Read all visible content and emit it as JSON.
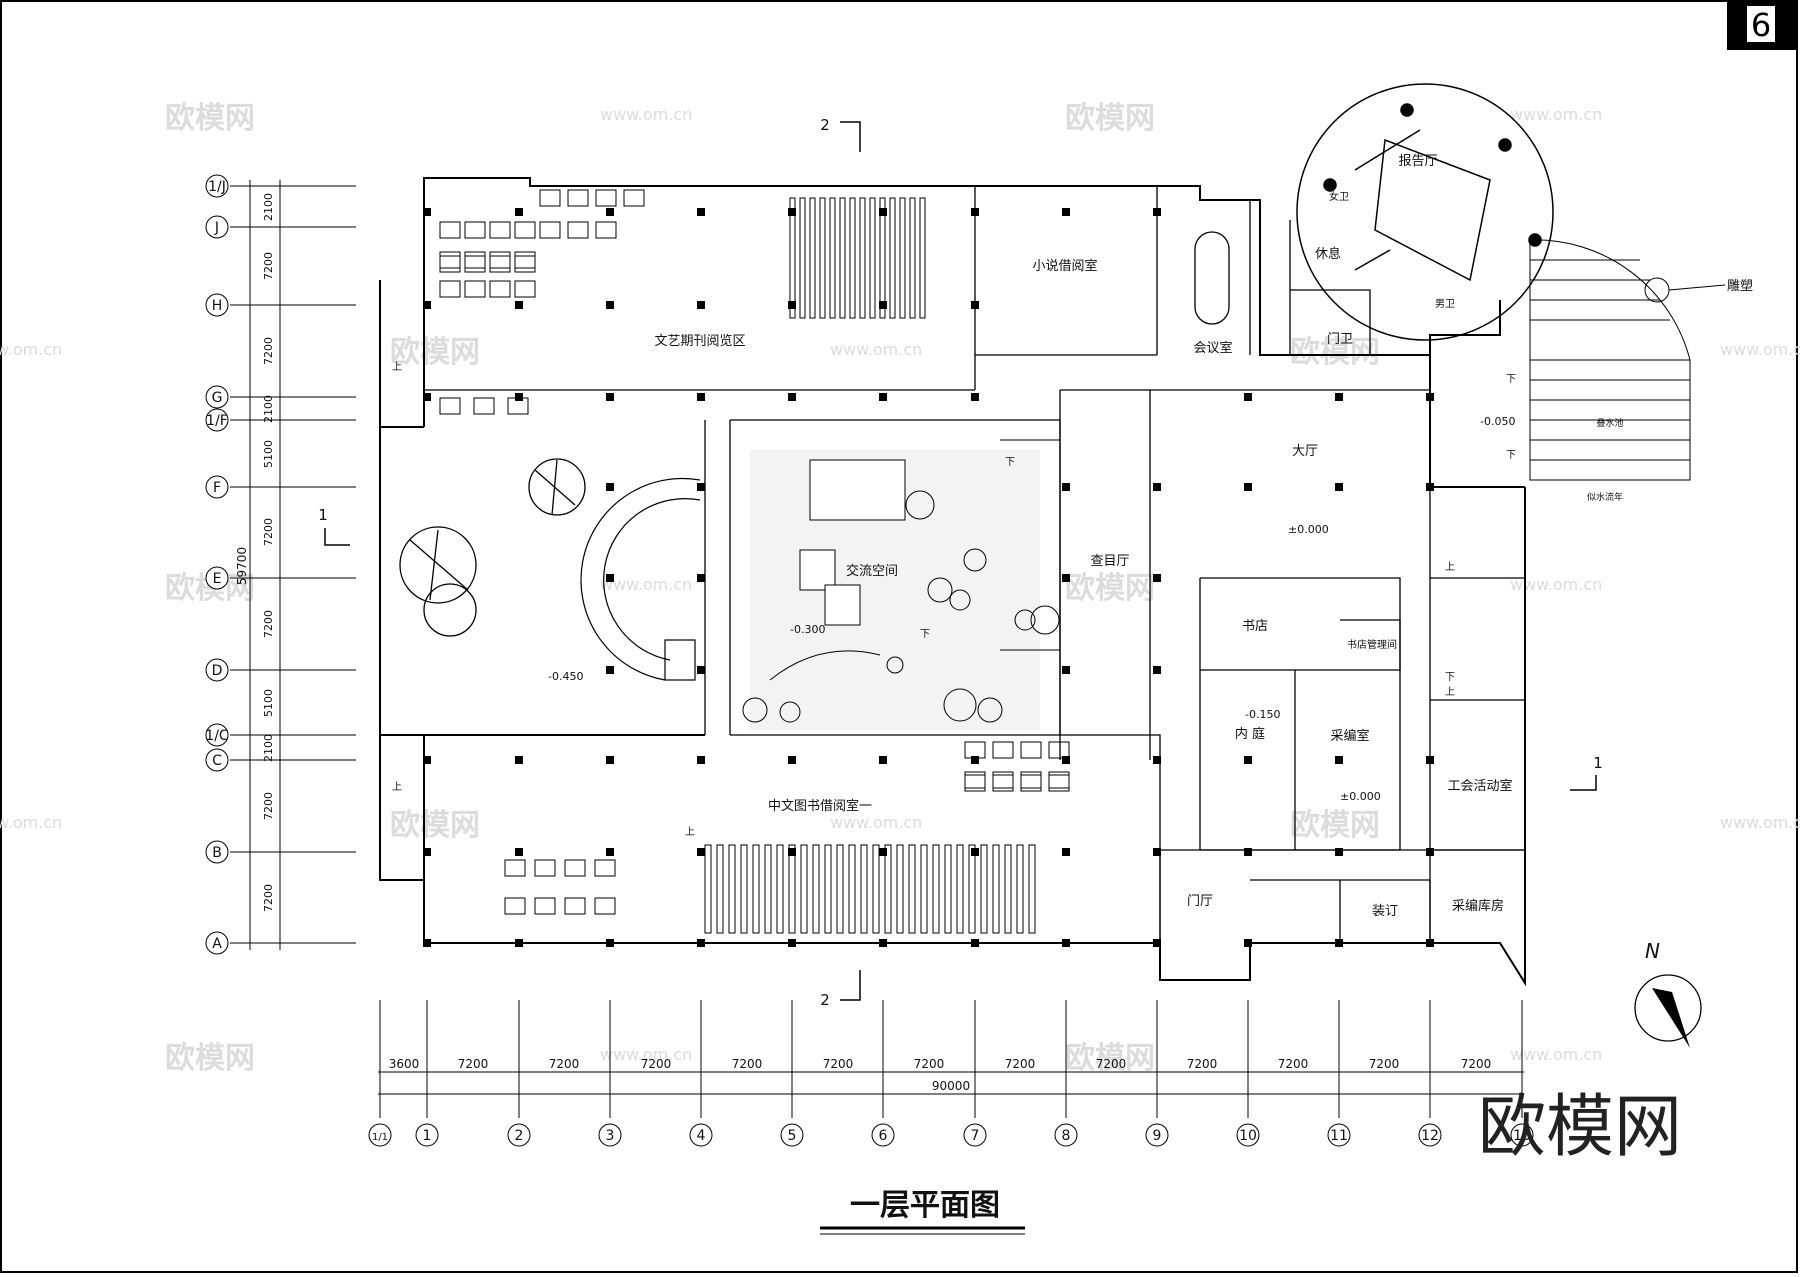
{
  "sheet": {
    "number": "6"
  },
  "title": "一层平面图",
  "north": "N",
  "watermarks": {
    "brand": "欧模网",
    "url": "www.om.cn"
  },
  "rows": [
    {
      "label": "1/J"
    },
    {
      "label": "J"
    },
    {
      "label": "H"
    },
    {
      "label": "G"
    },
    {
      "label": "1/F"
    },
    {
      "label": "F"
    },
    {
      "label": "E"
    },
    {
      "label": "D"
    },
    {
      "label": "1/C"
    },
    {
      "label": "C"
    },
    {
      "label": "B"
    },
    {
      "label": "A"
    }
  ],
  "row_dims": [
    "2100",
    "7200",
    "7200",
    "2100",
    "5100",
    "7200",
    "7200",
    "5100",
    "2100",
    "7200",
    "7200"
  ],
  "total_height": "59700",
  "columns": [
    {
      "label": "1/1"
    },
    {
      "label": "1"
    },
    {
      "label": "2"
    },
    {
      "label": "3"
    },
    {
      "label": "4"
    },
    {
      "label": "5"
    },
    {
      "label": "6"
    },
    {
      "label": "7"
    },
    {
      "label": "8"
    },
    {
      "label": "9"
    },
    {
      "label": "10"
    },
    {
      "label": "11"
    },
    {
      "label": "12"
    },
    {
      "label": "13"
    }
  ],
  "col_dims": [
    "3600",
    "7200",
    "7200",
    "7200",
    "7200",
    "7200",
    "7200",
    "7200",
    "7200",
    "7200",
    "7200",
    "7200",
    "7200"
  ],
  "total_width": "90000",
  "sections": [
    "2",
    "2",
    "1",
    "1"
  ],
  "rooms": {
    "literature_reading": "文艺期刊阅览区",
    "novel_room": "小说借阅室",
    "meeting": "会议室",
    "rest": "休息",
    "auditorium": "报告厅",
    "women_wc": "女卫",
    "men_wc": "男卫",
    "guard": "门卫",
    "sculpture": "雕塑",
    "hall": "大厅",
    "water_pool": "叠水池",
    "water_note": "似水流年",
    "exchange": "交流空间",
    "catalog": "查目厅",
    "bookstore": "书店",
    "bookstore_mgmt": "书店管理间",
    "inner_court": "内 庭",
    "acquisition": "采编室",
    "union": "工会活动室",
    "chinese_reading": "中文图书借阅室一",
    "entrance": "门厅",
    "binding": "装订",
    "acquisition_store": "采编库房"
  },
  "levels": [
    "-0.450",
    "-0.300",
    "±0.000",
    "-0.050",
    "-0.150",
    "±0.000"
  ],
  "stairs": {
    "up": "上",
    "down": "下"
  }
}
